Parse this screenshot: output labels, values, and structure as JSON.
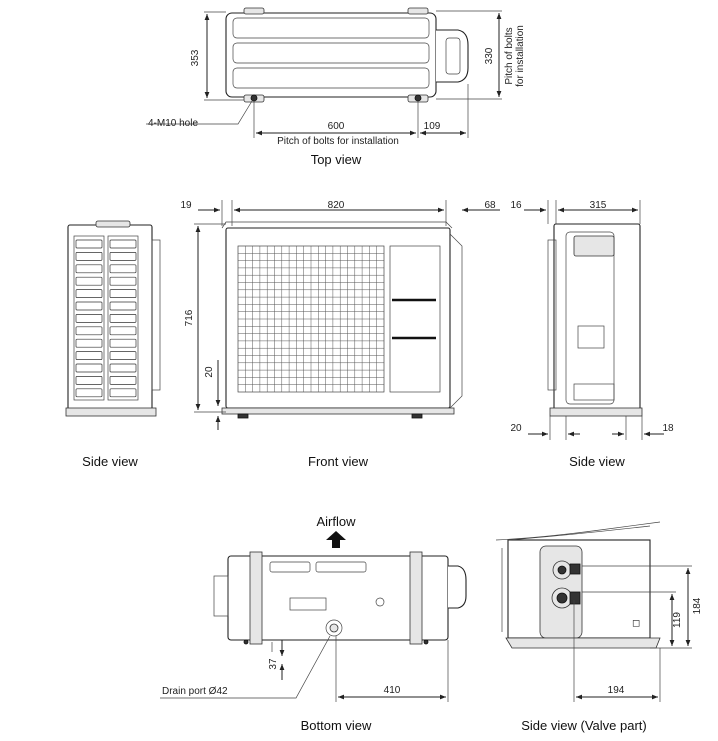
{
  "views": {
    "top": {
      "caption": "Top view",
      "dim_depth": "353",
      "dim_bolt_depth": "330",
      "pitch_label_line1": "Pitch of bolts",
      "pitch_label_line2": "for installation",
      "dim_bolt_width": "600",
      "dim_offset": "109",
      "bolt_pitch_label": "Pitch of bolts for installation",
      "hole_label": "4-M10 hole"
    },
    "side_left": {
      "caption": "Side view"
    },
    "front": {
      "caption": "Front view",
      "dim_left": "19",
      "dim_width": "820",
      "dim_right": "68",
      "dim_height": "716",
      "dim_foot": "20"
    },
    "side_right": {
      "caption": "Side view",
      "dim_left": "16",
      "dim_width": "315",
      "dim_bottom_left": "20",
      "dim_bottom_right": "18"
    },
    "bottom": {
      "caption": "Bottom view",
      "airflow_label": "Airflow",
      "drain_label": "Drain port Ø42",
      "dim_37": "37",
      "dim_410": "410"
    },
    "valve": {
      "caption": "Side view (Valve part)",
      "dim_184": "184",
      "dim_119": "119",
      "dim_194": "194"
    }
  }
}
